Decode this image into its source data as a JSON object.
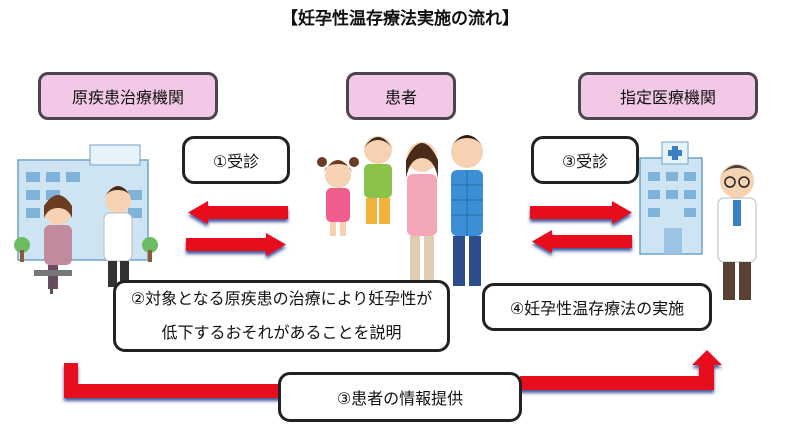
{
  "title": "【妊孕性温存療法実施の流れ】",
  "headers": {
    "left": "原疾患治療機関",
    "center": "患者",
    "right": "指定医療機関"
  },
  "steps": {
    "step1": "①受診",
    "step2_line1": "②対象となる原疾患の治療により妊孕性が",
    "step2_line2": "低下するおそれがあることを説明",
    "step3_visit": "③受診",
    "step3_info": "③患者の情報提供",
    "step4": "④妊孕性温存療法の実施"
  },
  "icons": {
    "left_scene": "hospital-consultation-illustration",
    "center_scene": "family-illustration",
    "right_scene": "hospital-doctor-illustration"
  },
  "colors": {
    "arrow_red": "#e8111b",
    "arrow_edge": "#1f3a8a",
    "header_fill": "#f2c8e6"
  }
}
